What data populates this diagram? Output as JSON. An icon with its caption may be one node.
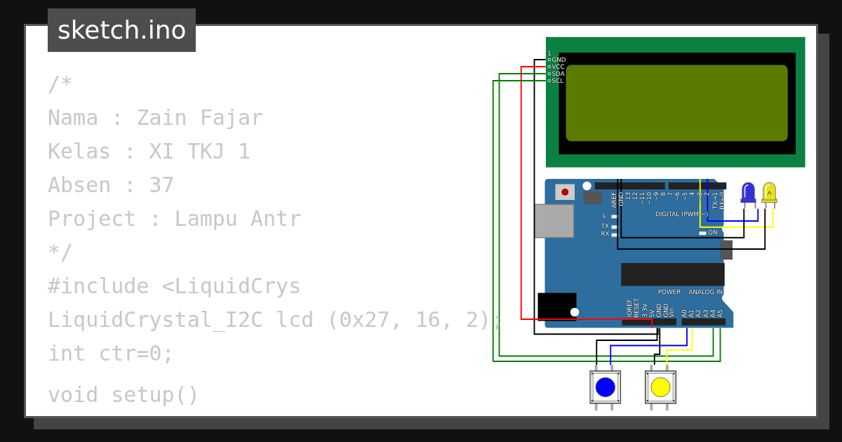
{
  "diagram": {
    "nodes": [
      {
        "text": [
          "1",
          "GND",
          "VCC",
          "SDA",
          "SCL"
        ]
      },
      {
        "text": [
          "AREF",
          "GND",
          "13",
          "12",
          "~11",
          "~10",
          "~9",
          "8",
          "7",
          "~6",
          "~5",
          "4",
          "~3",
          "2",
          "TX→1",
          "RX←0",
          "DIGITAL (PWM ~)",
          "L",
          "TX",
          "RX",
          "ON",
          "IOREF",
          "RESET",
          "3.3V",
          "5V",
          "GND",
          "GND",
          "Vin",
          "POWER",
          "ANALOG IN",
          "A0",
          "A1",
          "A2",
          "A3",
          "A4",
          "A5"
        ]
      },
      {
        "text": [],
        "shape": "picture"
      },
      {
        "text": [],
        "shape": "picture"
      },
      {
        "text": [],
        "shape": "picture"
      },
      {
        "text": [],
        "shape": "picture"
      }
    ],
    "edges": [
      {
        "from": 0,
        "to": 1,
        "arrow": "none",
        "color": "#000000"
      },
      {
        "from": 0,
        "to": 1,
        "arrow": "none",
        "color": "#ff0000"
      },
      {
        "from": 0,
        "to": 1,
        "arrow": "none",
        "color": "#008000"
      },
      {
        "from": 0,
        "to": 1,
        "arrow": "none",
        "color": "#008000"
      },
      {
        "from": 1,
        "to": 2,
        "arrow": "none",
        "color": "#0000ff"
      },
      {
        "from": 1,
        "to": 3,
        "arrow": "none",
        "color": "#ffff00"
      },
      {
        "from": 1,
        "to": 2,
        "arrow": "none",
        "color": "#000000"
      },
      {
        "from": 1,
        "to": 3,
        "arrow": "none",
        "color": "#000000"
      },
      {
        "from": 1,
        "to": 4,
        "arrow": "none",
        "color": "#0000ff"
      },
      {
        "from": 1,
        "to": 5,
        "arrow": "none",
        "color": "#ffff00"
      },
      {
        "from": 1,
        "to": 4,
        "arrow": "none",
        "color": "#000000"
      },
      {
        "from": 1,
        "to": 5,
        "arrow": "none",
        "color": "#000000"
      }
    ],
    "labels": [
      "sketch.ino",
      "/*",
      "Nama : Zain Fajar",
      "Kelas : XI TKJ 1",
      "Absen : 37",
      "Project : Lampu Antr",
      "*/",
      "#include <LiquidCrys",
      "LiquidCrystal_I2C lcd (0x27, 16, 2);",
      "int ctr=0;",
      "void setup()"
    ]
  }
}
